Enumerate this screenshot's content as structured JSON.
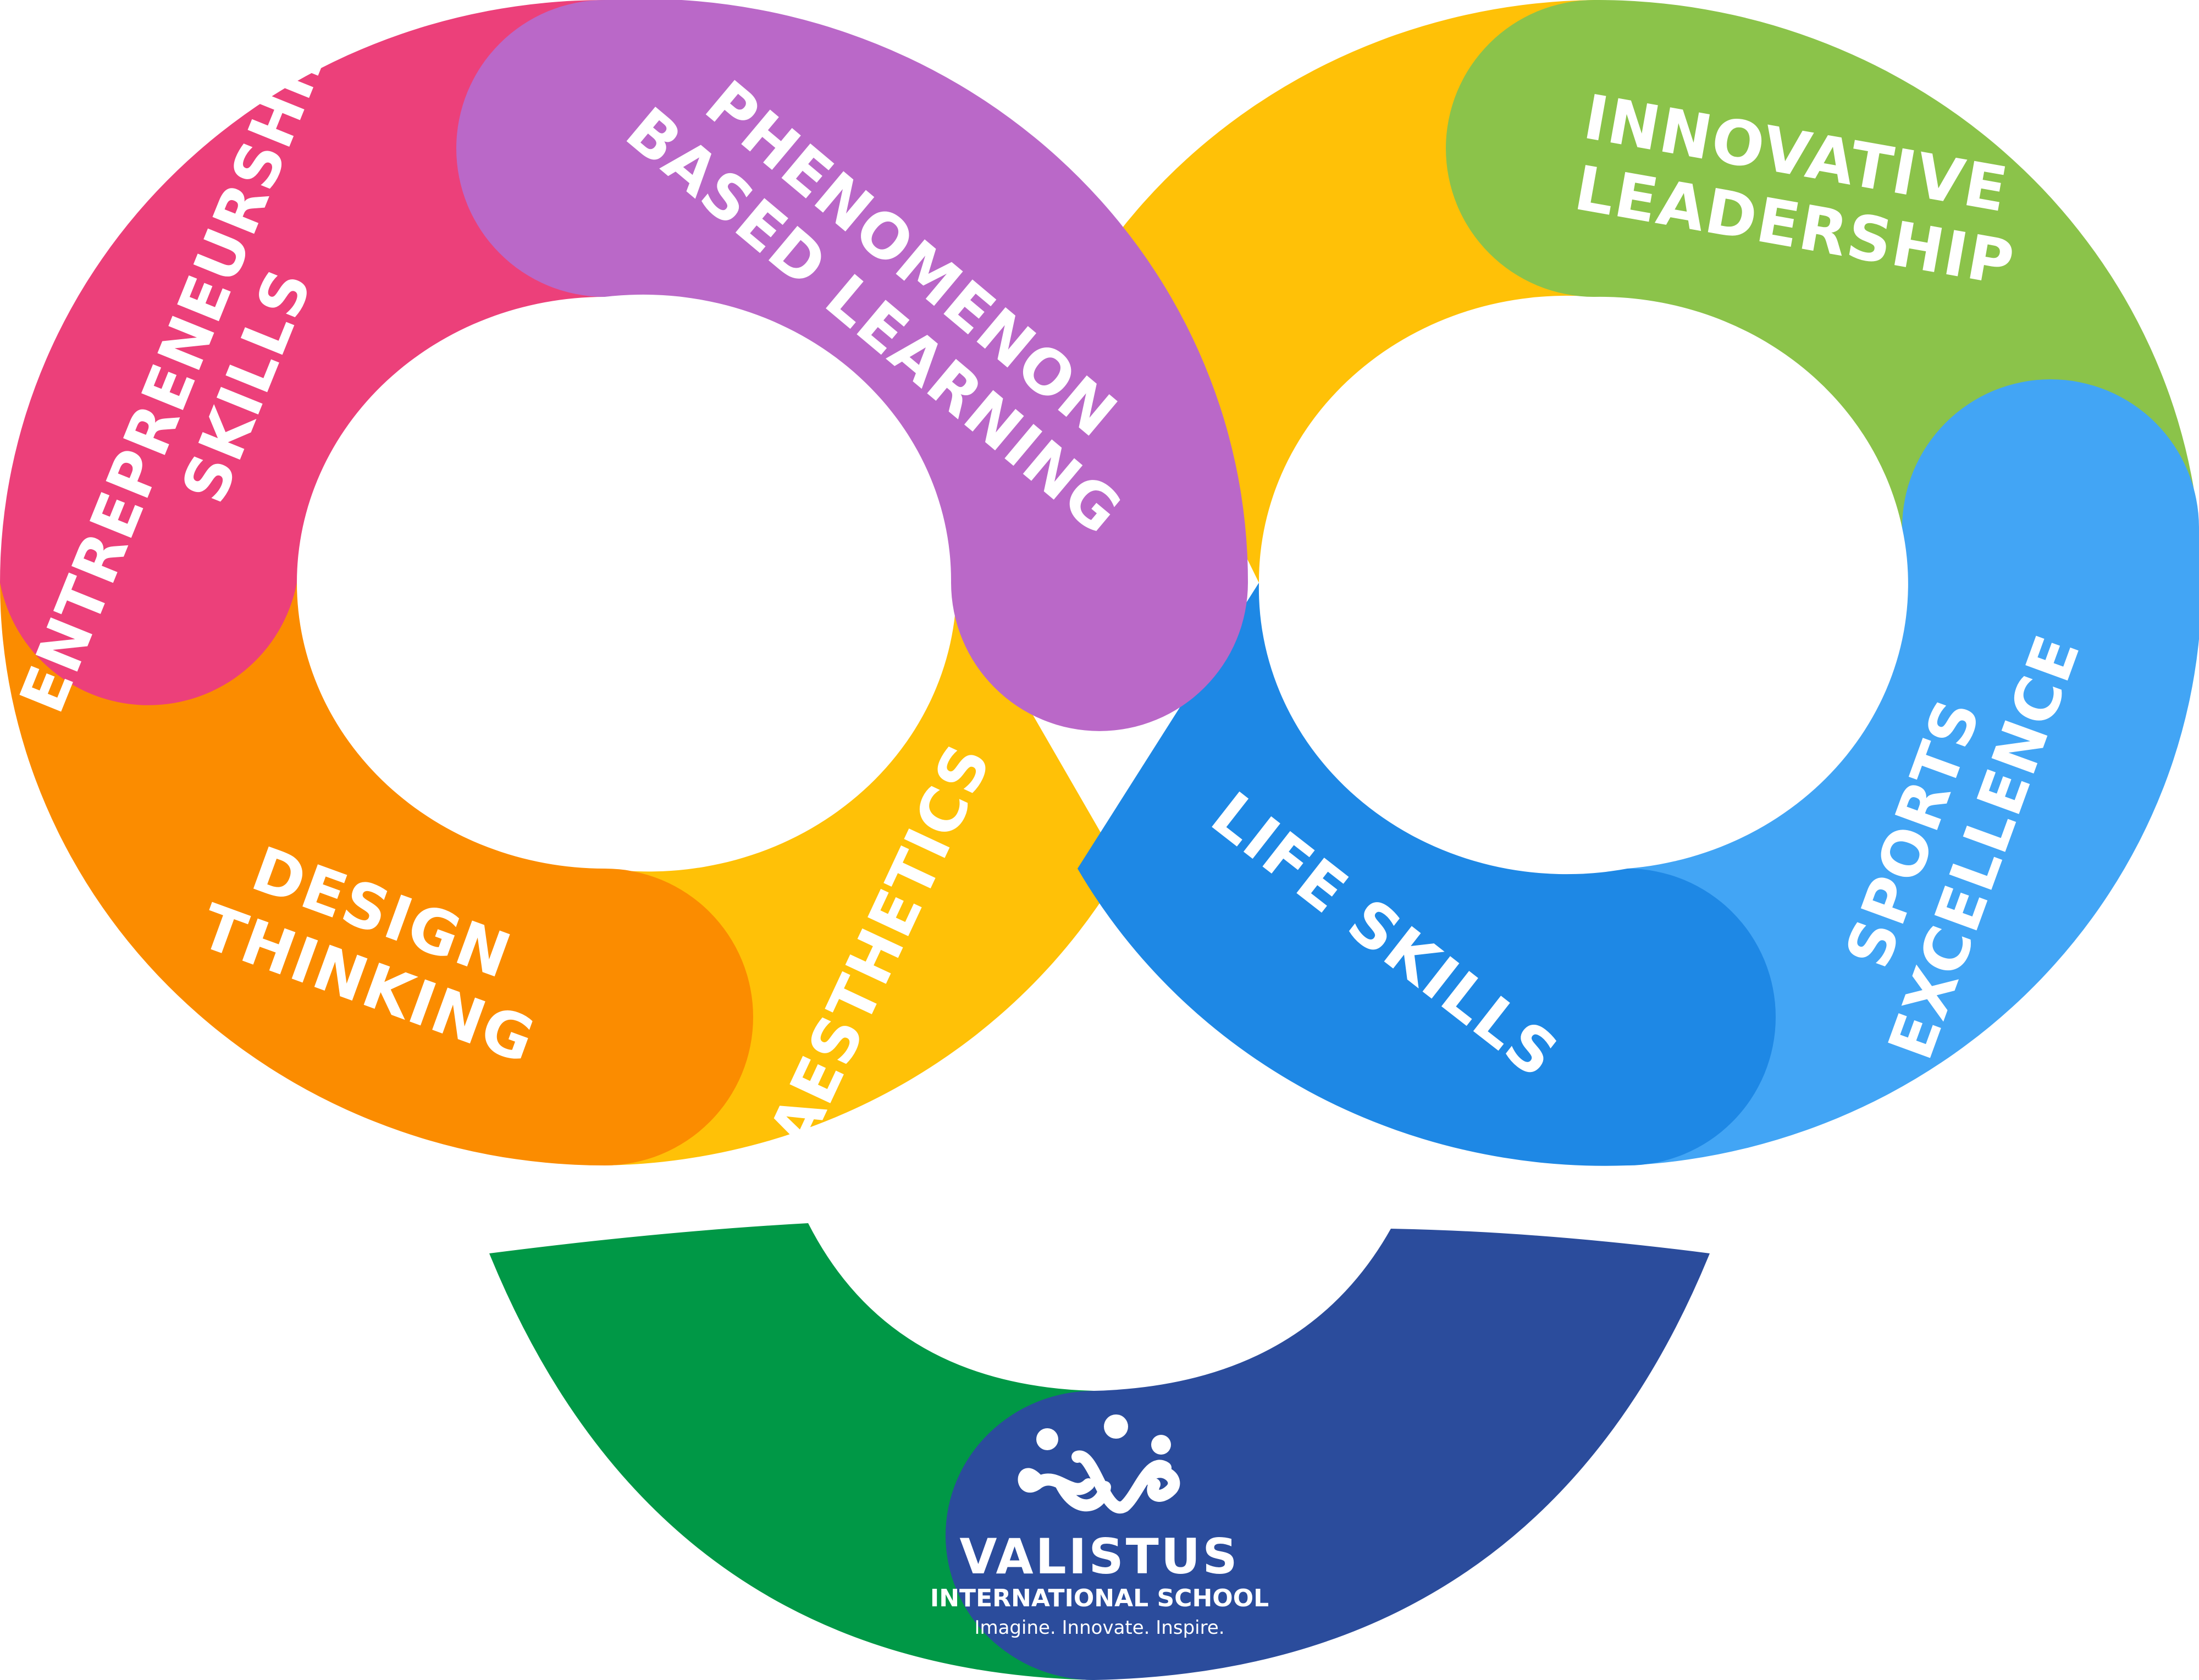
{
  "diagram": {
    "segments": [
      {
        "id": "entrepreneurship",
        "lines": [
          "ENTREPRENEURSHIP",
          "SKILLS"
        ],
        "color": "#EC407A"
      },
      {
        "id": "phenomenon",
        "lines": [
          "PHENOMENON",
          "BASED LEARNING"
        ],
        "color": "#BA68C8"
      },
      {
        "id": "design",
        "lines": [
          "DESIGN",
          "THINKING"
        ],
        "color": "#FB8C00"
      },
      {
        "id": "aesthetics",
        "lines": [
          "AESTHETICS"
        ],
        "color": "#FFC107"
      },
      {
        "id": "innovative",
        "lines": [
          "INNOVATIVE",
          "LEADERSHIP"
        ],
        "color": "#8BC34A"
      },
      {
        "id": "life",
        "lines": [
          "LIFE SKILLS"
        ],
        "color": "#1E88E5"
      },
      {
        "id": "sports",
        "lines": [
          "SPORTS",
          "EXCELLENCE"
        ],
        "color": "#42A5F5"
      }
    ],
    "bottom_colors": {
      "left": "#009846",
      "right": "#2B4C9C"
    }
  },
  "brand": {
    "logo": "valistus-figures-infinity-logo",
    "name": "VALISTUS",
    "subtitle": "INTERNATIONAL SCHOOL",
    "tagline": "Imagine. Innovate. Inspire."
  }
}
